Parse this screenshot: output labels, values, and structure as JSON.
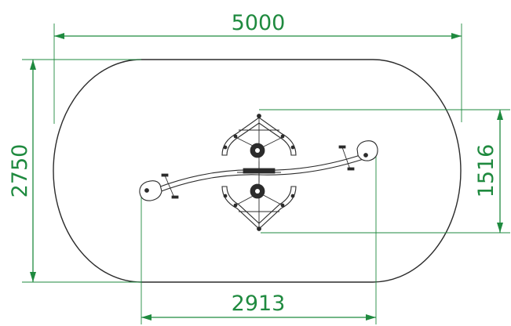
{
  "dimensions": {
    "overall_length": "5000",
    "overall_width": "2750",
    "equipment_width": "1516",
    "equipment_length": "2913"
  },
  "colors": {
    "dimension_lines": "#1f8a3f",
    "outline": "#2b2b2b",
    "background": "#ffffff"
  }
}
